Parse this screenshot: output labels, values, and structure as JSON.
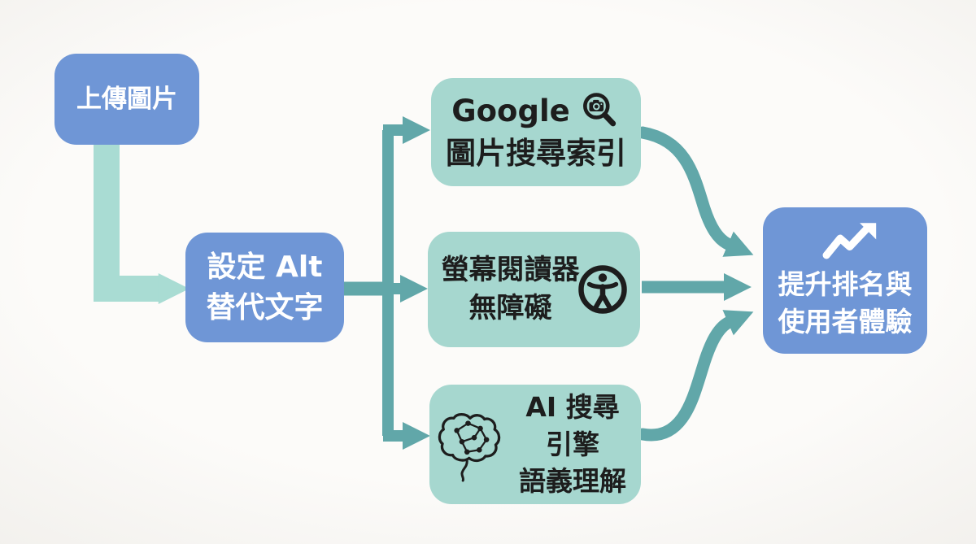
{
  "diagram": {
    "title": "Alt text SEO flow diagram",
    "colors": {
      "blue_node": "#6f96d6",
      "teal_node": "#a6d7cf",
      "arrow_light": "#a9dcd3",
      "arrow_dark": "#61a7a9",
      "text_on_blue": "#ffffff",
      "text_on_teal": "#1d1d1d",
      "background": "#faf9f6"
    },
    "nodes": {
      "upload": {
        "label": "上傳圖片"
      },
      "alt": {
        "line1": "設定 Alt",
        "line2": "替代文字"
      },
      "google": {
        "line1": "Google",
        "line2": "圖片搜尋索引",
        "icon": "camera-search-icon"
      },
      "screen": {
        "line1": "螢幕閱讀器",
        "line2": "無障礙",
        "icon": "accessibility-icon"
      },
      "ai": {
        "line1": "AI 搜尋引擎",
        "line2": "語義理解",
        "icon": "brain-network-icon"
      },
      "outcome": {
        "line1": "提升排名與",
        "line2": "使用者體驗",
        "icon": "trending-up-icon"
      }
    },
    "edges": [
      {
        "from": "upload",
        "to": "alt"
      },
      {
        "from": "alt",
        "to": "google"
      },
      {
        "from": "alt",
        "to": "screen"
      },
      {
        "from": "alt",
        "to": "ai"
      },
      {
        "from": "google",
        "to": "outcome"
      },
      {
        "from": "screen",
        "to": "outcome"
      },
      {
        "from": "ai",
        "to": "outcome"
      }
    ]
  }
}
